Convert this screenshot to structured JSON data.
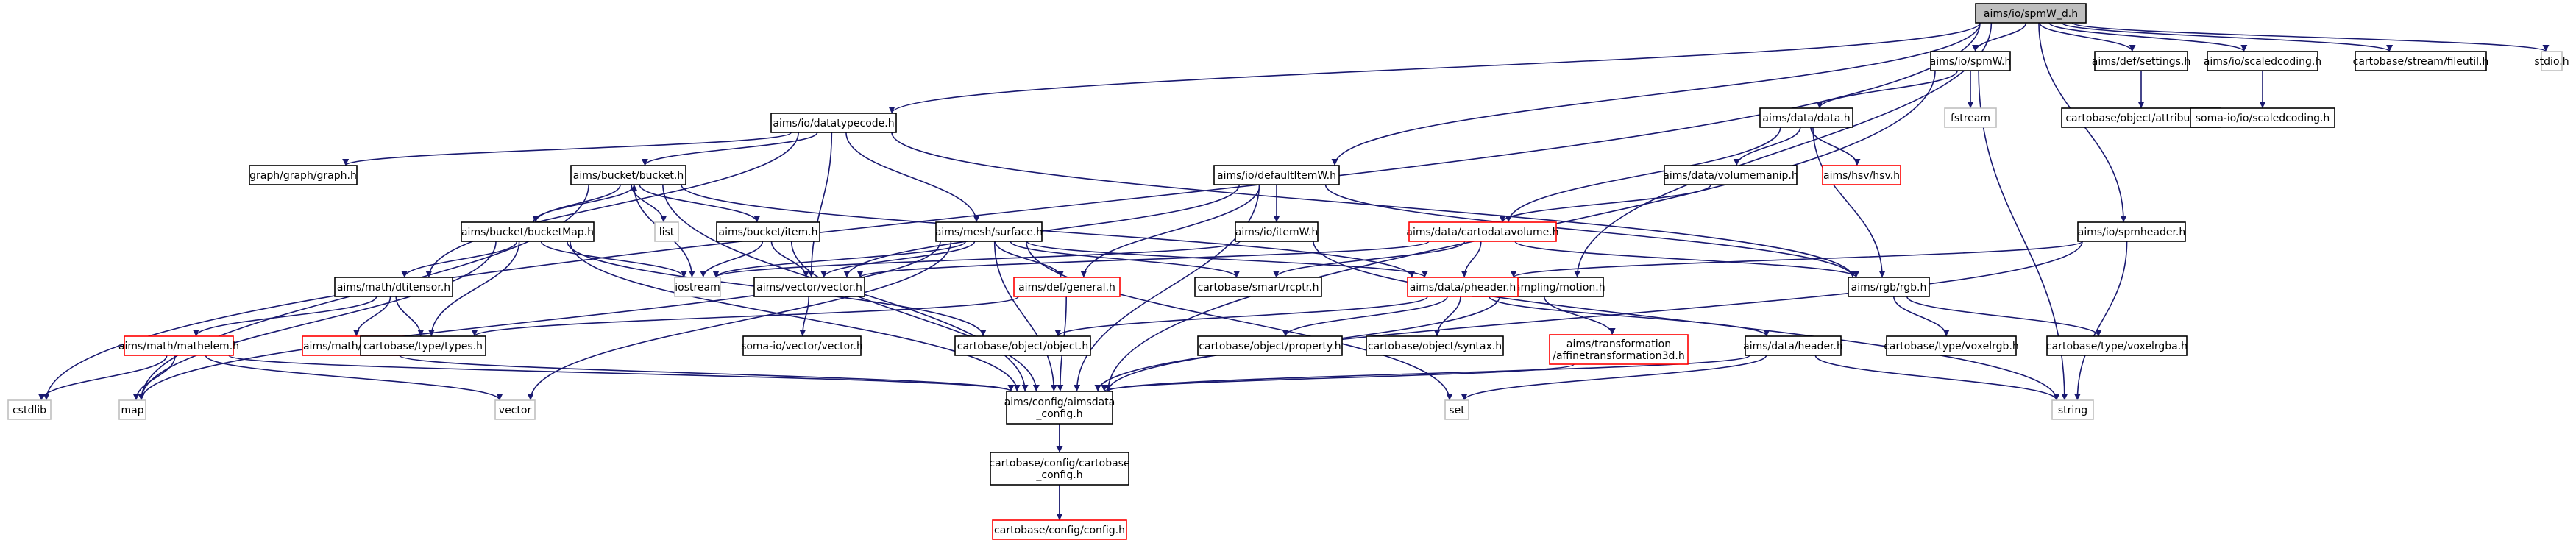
{
  "colors": {
    "edge": "#191970",
    "box_border": "#000000",
    "incomplete_border": "#ff0000",
    "system_border": "#bfbfbf",
    "root_fill": "#bfbfbf",
    "text": "#000000"
  },
  "nodes": [
    {
      "id": "root",
      "lines": [
        "aims/io/spmW_d.h"
      ],
      "kind": "root"
    },
    {
      "id": "cstdlib",
      "lines": [
        "cstdlib"
      ],
      "kind": "system"
    },
    {
      "id": "datatypecode",
      "lines": [
        "aims/io/datatypecode.h"
      ],
      "kind": "normal"
    },
    {
      "id": "defaultItemW",
      "lines": [
        "aims/io/defaultItemW.h"
      ],
      "kind": "normal"
    },
    {
      "id": "resampling",
      "lines": [
        "aims/resampling/motion.h"
      ],
      "kind": "normal"
    },
    {
      "id": "spmW",
      "lines": [
        "aims/io/spmW.h"
      ],
      "kind": "normal"
    },
    {
      "id": "settings",
      "lines": [
        "aims/def/settings.h"
      ],
      "kind": "normal"
    },
    {
      "id": "scaledcoding",
      "lines": [
        "aims/io/scaledcoding.h"
      ],
      "kind": "normal"
    },
    {
      "id": "fileutil",
      "lines": [
        "cartobase/stream/fileutil.h"
      ],
      "kind": "normal"
    },
    {
      "id": "stdio",
      "lines": [
        "stdio.h"
      ],
      "kind": "system"
    },
    {
      "id": "fstream",
      "lines": [
        "fstream"
      ],
      "kind": "system"
    },
    {
      "id": "attributed",
      "lines": [
        "cartobase/object/attributed.h"
      ],
      "kind": "normal"
    },
    {
      "id": "somascaled",
      "lines": [
        "soma-io/io/scaledcoding.h"
      ],
      "kind": "normal"
    },
    {
      "id": "datah",
      "lines": [
        "aims/data/data.h"
      ],
      "kind": "normal"
    },
    {
      "id": "graph",
      "lines": [
        "graph/graph/graph.h"
      ],
      "kind": "normal"
    },
    {
      "id": "bucket",
      "lines": [
        "aims/bucket/bucket.h"
      ],
      "kind": "normal"
    },
    {
      "id": "volumemanip",
      "lines": [
        "aims/data/volumemanip.h"
      ],
      "kind": "normal"
    },
    {
      "id": "hsv",
      "lines": [
        "aims/hsv/hsv.h"
      ],
      "kind": "incomplete"
    },
    {
      "id": "cartodatavolume",
      "lines": [
        "aims/data/cartodatavolume.h"
      ],
      "kind": "incomplete"
    },
    {
      "id": "itemW",
      "lines": [
        "aims/io/itemW.h"
      ],
      "kind": "normal"
    },
    {
      "id": "spmheader",
      "lines": [
        "aims/io/spmheader.h"
      ],
      "kind": "normal"
    },
    {
      "id": "list",
      "lines": [
        "list"
      ],
      "kind": "system"
    },
    {
      "id": "bucketitem",
      "lines": [
        "aims/bucket/item.h"
      ],
      "kind": "normal"
    },
    {
      "id": "bucketMap",
      "lines": [
        "aims/bucket/bucketMap.h"
      ],
      "kind": "normal"
    },
    {
      "id": "surface",
      "lines": [
        "aims/mesh/surface.h"
      ],
      "kind": "normal"
    },
    {
      "id": "iostream",
      "lines": [
        "iostream"
      ],
      "kind": "system"
    },
    {
      "id": "vectorh",
      "lines": [
        "aims/vector/vector.h"
      ],
      "kind": "normal"
    },
    {
      "id": "rcptr",
      "lines": [
        "cartobase/smart/rcptr.h"
      ],
      "kind": "normal"
    },
    {
      "id": "rgb",
      "lines": [
        "aims/rgb/rgb.h"
      ],
      "kind": "normal"
    },
    {
      "id": "dtitensor",
      "lines": [
        "aims/math/dtitensor.h"
      ],
      "kind": "normal"
    },
    {
      "id": "general",
      "lines": [
        "aims/def/general.h"
      ],
      "kind": "incomplete"
    },
    {
      "id": "pheader",
      "lines": [
        "aims/data/pheader.h"
      ],
      "kind": "incomplete"
    },
    {
      "id": "mathelem",
      "lines": [
        "aims/math/mathelem.h"
      ],
      "kind": "incomplete"
    },
    {
      "id": "tensor",
      "lines": [
        "aims/math/tensor.h"
      ],
      "kind": "incomplete"
    },
    {
      "id": "types",
      "lines": [
        "cartobase/type/types.h"
      ],
      "kind": "normal"
    },
    {
      "id": "somavector",
      "lines": [
        "soma-io/vector/vector.h"
      ],
      "kind": "normal"
    },
    {
      "id": "objecth",
      "lines": [
        "cartobase/object/object.h"
      ],
      "kind": "normal"
    },
    {
      "id": "property",
      "lines": [
        "cartobase/object/property.h"
      ],
      "kind": "normal"
    },
    {
      "id": "syntax",
      "lines": [
        "cartobase/object/syntax.h"
      ],
      "kind": "normal"
    },
    {
      "id": "affine",
      "lines": [
        "aims/transformation",
        "/affinetransformation3d.h"
      ],
      "kind": "incomplete"
    },
    {
      "id": "header",
      "lines": [
        "aims/data/header.h"
      ],
      "kind": "normal"
    },
    {
      "id": "voxelrgb",
      "lines": [
        "cartobase/type/voxelrgb.h"
      ],
      "kind": "normal"
    },
    {
      "id": "voxelrgba",
      "lines": [
        "cartobase/type/voxelrgba.h"
      ],
      "kind": "normal"
    },
    {
      "id": "map",
      "lines": [
        "map"
      ],
      "kind": "system"
    },
    {
      "id": "vector",
      "lines": [
        "vector"
      ],
      "kind": "system"
    },
    {
      "id": "aimsdata",
      "lines": [
        "aims/config/aimsdata",
        "_config.h"
      ],
      "kind": "normal"
    },
    {
      "id": "set",
      "lines": [
        "set"
      ],
      "kind": "system"
    },
    {
      "id": "string",
      "lines": [
        "string"
      ],
      "kind": "system"
    },
    {
      "id": "cartobasecfg",
      "lines": [
        "cartobase/config/cartobase",
        "_config.h"
      ],
      "kind": "normal"
    },
    {
      "id": "config",
      "lines": [
        "cartobase/config/config.h"
      ],
      "kind": "incomplete"
    }
  ],
  "edges": [
    [
      "root",
      "cstdlib"
    ],
    [
      "root",
      "datatypecode"
    ],
    [
      "root",
      "defaultItemW"
    ],
    [
      "root",
      "resampling"
    ],
    [
      "root",
      "spmW"
    ],
    [
      "root",
      "settings"
    ],
    [
      "root",
      "scaledcoding"
    ],
    [
      "root",
      "fileutil"
    ],
    [
      "root",
      "stdio"
    ],
    [
      "root",
      "spmheader"
    ],
    [
      "spmW",
      "datah"
    ],
    [
      "spmW",
      "fstream"
    ],
    [
      "spmW",
      "aimsdata"
    ],
    [
      "spmW",
      "string"
    ],
    [
      "settings",
      "attributed"
    ],
    [
      "scaledcoding",
      "somascaled"
    ],
    [
      "datatypecode",
      "graph"
    ],
    [
      "datatypecode",
      "bucket"
    ],
    [
      "datatypecode",
      "surface"
    ],
    [
      "datatypecode",
      "vectorh"
    ],
    [
      "datatypecode",
      "rgb"
    ],
    [
      "datatypecode",
      "dtitensor"
    ],
    [
      "datah",
      "volumemanip"
    ],
    [
      "datah",
      "hsv"
    ],
    [
      "datah",
      "cartodatavolume"
    ],
    [
      "datah",
      "rgb"
    ],
    [
      "volumemanip",
      "cartodatavolume"
    ],
    [
      "defaultItemW",
      "itemW"
    ],
    [
      "defaultItemW",
      "vectorh"
    ],
    [
      "defaultItemW",
      "general"
    ],
    [
      "defaultItemW",
      "aimsdata"
    ],
    [
      "defaultItemW",
      "rgb"
    ],
    [
      "cartodatavolume",
      "rcptr"
    ],
    [
      "cartodatavolume",
      "pheader"
    ],
    [
      "cartodatavolume",
      "rgb"
    ],
    [
      "cartodatavolume",
      "vectorh"
    ],
    [
      "itemW",
      "iostream"
    ],
    [
      "itemW",
      "string"
    ],
    [
      "spmheader",
      "pheader"
    ],
    [
      "spmheader",
      "string"
    ],
    [
      "spmheader",
      "aimsdata"
    ],
    [
      "bucket",
      "bucketMap"
    ],
    [
      "bucket",
      "list"
    ],
    [
      "bucket",
      "bucketitem"
    ],
    [
      "bucket",
      "iostream"
    ],
    [
      "bucket",
      "aimsdata"
    ],
    [
      "bucket",
      "map"
    ],
    [
      "bucket",
      "pheader"
    ],
    [
      "bucketMap",
      "bucket"
    ],
    [
      "bucketMap",
      "dtitensor"
    ],
    [
      "bucketMap",
      "iostream"
    ],
    [
      "bucketMap",
      "types"
    ],
    [
      "bucketMap",
      "objecth"
    ],
    [
      "bucketMap",
      "aimsdata"
    ],
    [
      "bucketMap",
      "map"
    ],
    [
      "bucketitem",
      "iostream"
    ],
    [
      "bucketitem",
      "vectorh"
    ],
    [
      "bucketitem",
      "aimsdata"
    ],
    [
      "surface",
      "vectorh"
    ],
    [
      "surface",
      "rcptr"
    ],
    [
      "surface",
      "general"
    ],
    [
      "surface",
      "pheader"
    ],
    [
      "surface",
      "iostream"
    ],
    [
      "surface",
      "aimsdata"
    ],
    [
      "surface",
      "vector"
    ],
    [
      "surface",
      "set"
    ],
    [
      "surface",
      "map"
    ],
    [
      "vectorh",
      "somavector"
    ],
    [
      "rgb",
      "voxelrgb"
    ],
    [
      "rgb",
      "voxelrgba"
    ],
    [
      "dtitensor",
      "mathelem"
    ],
    [
      "dtitensor",
      "tensor"
    ],
    [
      "dtitensor",
      "types"
    ],
    [
      "general",
      "types"
    ],
    [
      "general",
      "aimsdata"
    ],
    [
      "pheader",
      "objecth"
    ],
    [
      "pheader",
      "property"
    ],
    [
      "pheader",
      "syntax"
    ],
    [
      "pheader",
      "header"
    ],
    [
      "resampling",
      "affine"
    ],
    [
      "resampling",
      "aimsdata"
    ],
    [
      "mathelem",
      "cstdlib"
    ],
    [
      "mathelem",
      "map"
    ],
    [
      "mathelem",
      "vector"
    ],
    [
      "mathelem",
      "aimsdata"
    ],
    [
      "tensor",
      "aimsdata"
    ],
    [
      "affine",
      "aimsdata"
    ],
    [
      "header",
      "aimsdata"
    ],
    [
      "header",
      "set"
    ],
    [
      "header",
      "string"
    ],
    [
      "aimsdata",
      "cartobasecfg"
    ],
    [
      "aimsdata",
      "config"
    ],
    [
      "cartobasecfg",
      "config"
    ]
  ]
}
